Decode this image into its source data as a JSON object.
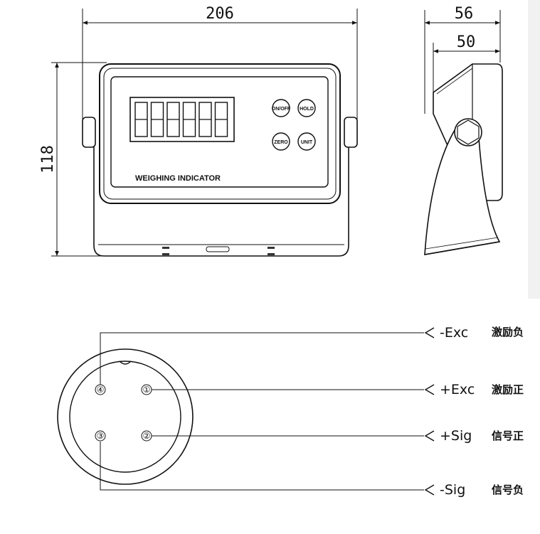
{
  "dimensions": {
    "front_width": "206",
    "front_height": "118",
    "side_depth_total": "56",
    "side_depth_inner": "50"
  },
  "panel": {
    "model_label": "WEIGHING INDICATOR",
    "buttons": {
      "on_off": "ON/OFF",
      "hold": "HOLD",
      "zero": "ZERO",
      "unit": "UNIT"
    },
    "display_digits": 6
  },
  "connector": {
    "pins": [
      {
        "num": "④",
        "signal": "-Exc",
        "cn": "激励负"
      },
      {
        "num": "①",
        "signal": "+Exc",
        "cn": "激励正"
      },
      {
        "num": "②",
        "signal": "+Sig",
        "cn": "信号正"
      },
      {
        "num": "③",
        "signal": "-Sig",
        "cn": "信号负"
      }
    ]
  }
}
